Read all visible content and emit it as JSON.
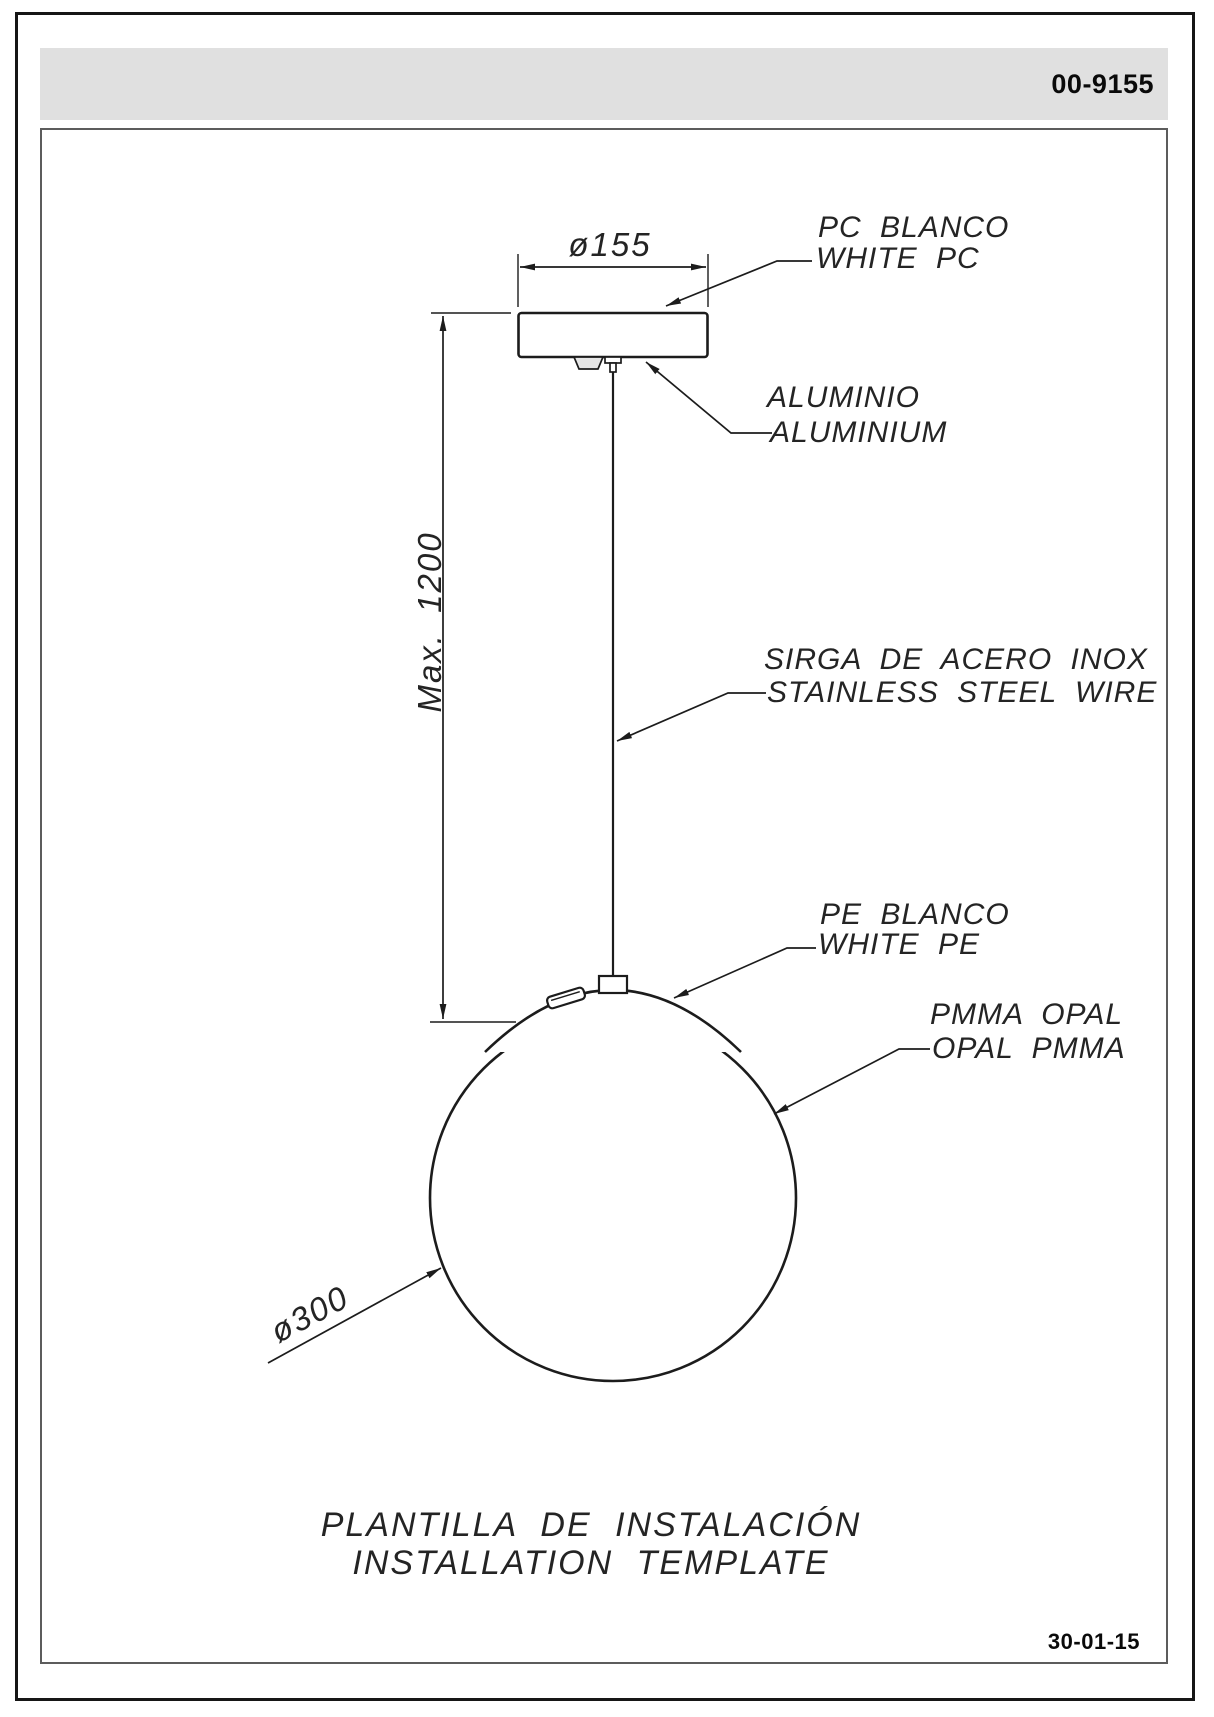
{
  "header": {
    "code": "00-9155"
  },
  "labels": {
    "canopy_material": {
      "es": "PC BLANCO",
      "en": "WHITE PC"
    },
    "canopy_body": {
      "es": "ALUMINIO",
      "en": "ALUMINIUM"
    },
    "suspension": {
      "es": "SIRGA DE ACERO INOX",
      "en": "STAINLESS STEEL WIRE"
    },
    "cap": {
      "es": "PE BLANCO",
      "en": "WHITE PE"
    },
    "diffuser": {
      "es": "PMMA OPAL",
      "en": "OPAL PMMA"
    }
  },
  "dimensions": {
    "canopy_diameter": "ø155",
    "max_height": "Max. 1200",
    "globe_diameter": "ø300"
  },
  "caption": {
    "line1": "PLANTILLA DE INSTALACIÓN",
    "line2": "INSTALLATION TEMPLATE"
  },
  "footer": {
    "date": "30-01-15"
  },
  "colors": {
    "line": "#1c1c1c",
    "header_bg": "#e0e0e0",
    "frame_border": "#5c5c5c",
    "text": "#242424"
  }
}
